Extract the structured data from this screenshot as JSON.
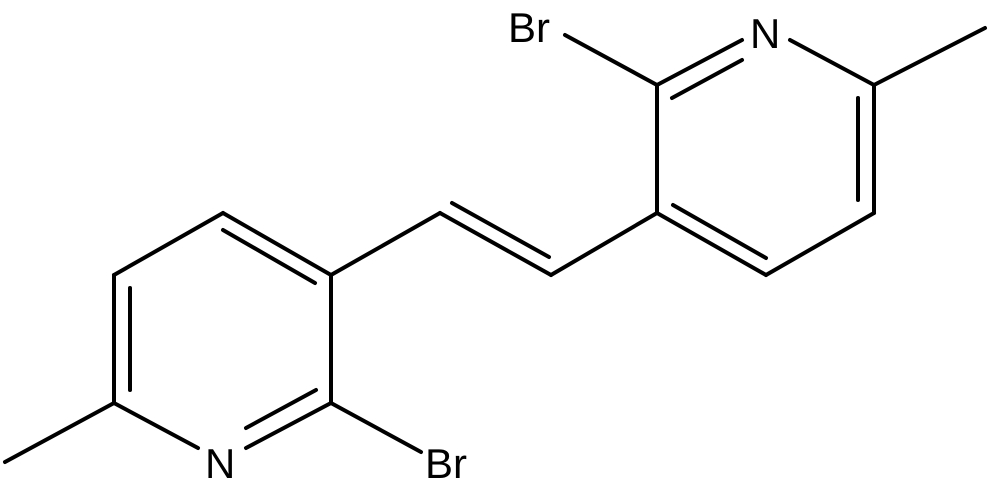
{
  "molecule": {
    "atoms": {
      "br_top": "Br",
      "n_top": "N",
      "n_bottom": "N",
      "br_bottom": "Br"
    }
  },
  "colors": {
    "bond": "#000000",
    "background": "#ffffff"
  }
}
